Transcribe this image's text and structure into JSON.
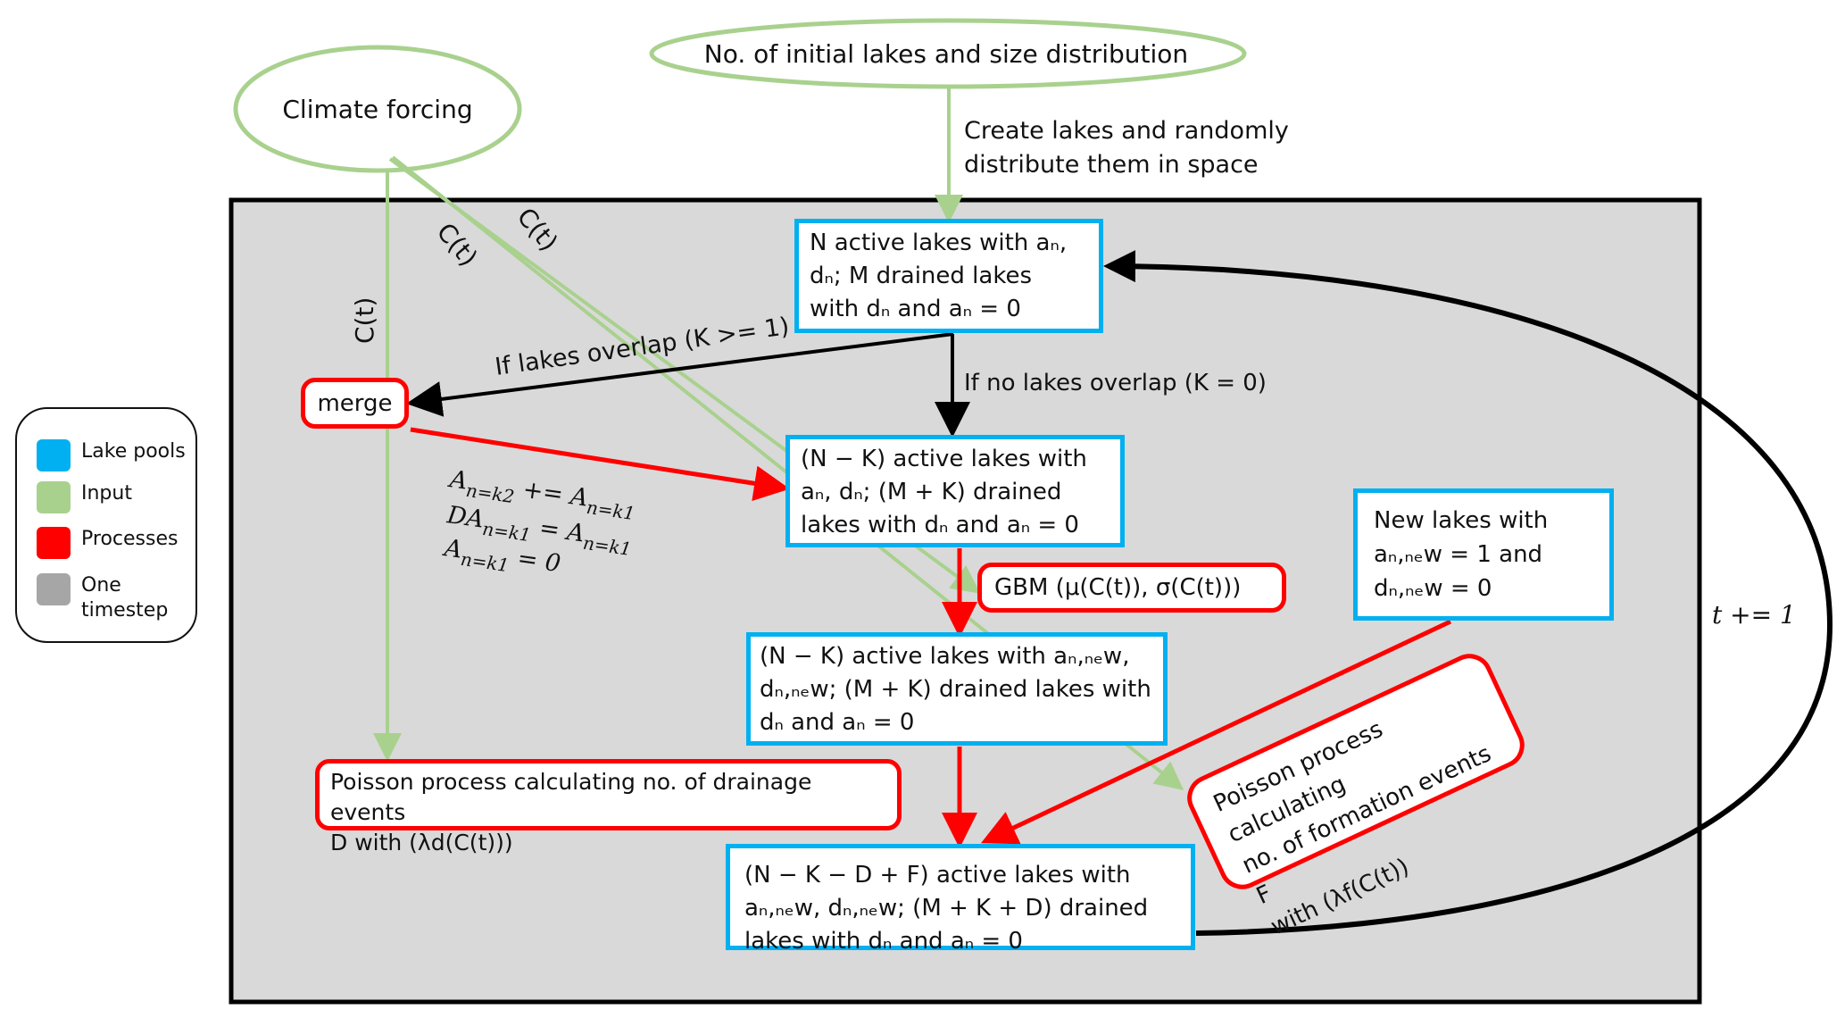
{
  "title": "Lake pool simulation flowchart",
  "inputs": {
    "climate_forcing": "Climate forcing",
    "initial_lakes": "No. of initial lakes and size distribution",
    "create_lakes_note": "Create lakes and randomly\ndistribute them in space"
  },
  "edge_labels": {
    "ct_vertical": "C(t)",
    "ct_diag1": "C(t)",
    "ct_diag2": "C(t)",
    "overlap_yes": "If lakes overlap (K  >=  1)",
    "overlap_no": "If no lakes overlap (K = 0)",
    "merge_rule_1": "A_n=k2  +=  A_n=k1",
    "merge_rule_2": "DA_n=k1 = A_n=k1",
    "merge_rule_3": "A_n=k1 = 0",
    "timestep": "t  +=  1"
  },
  "nodes": {
    "pool_initial": "N active lakes with aₙ,\ndₙ; M drained lakes\nwith dₙ and aₙ  =  0",
    "merge": "merge",
    "pool_after_merge": "(N − K) active lakes with\naₙ, dₙ; (M + K) drained\nlakes with dₙ and aₙ  =  0",
    "gbm": "GBM (μ(C(t)), σ(C(t)))",
    "pool_after_growth": "(N − K) active lakes with aₙ,ₙₑw,\ndₙ,ₙₑw; (M + K) drained lakes with\ndₙ and aₙ  =  0",
    "poisson_drainage": "Poisson process calculating no. of drainage events\n D with (λd(C(t)))",
    "new_lakes": "New lakes with\naₙ,ₙₑw  =  1 and\ndₙ,ₙₑw =  0",
    "poisson_formation": "Poisson process calculating\nno. of formation events F\nwith (λf(C(t))",
    "pool_final": "(N − K  − D + F) active lakes with\naₙ,ₙₑw, dₙ,ₙₑw; (M + K + D) drained\nlakes with dₙ and aₙ  =  0"
  },
  "legend": [
    {
      "label": "Lake pools",
      "color": "#00b0f0"
    },
    {
      "label": "Input",
      "color": "#a9d18e"
    },
    {
      "label": "Processes",
      "color": "#ff0000"
    },
    {
      "label": "One\ntimestep",
      "color": "#a6a6a6"
    }
  ],
  "colors": {
    "pool_border": "#00b0f0",
    "input": "#a9d18e",
    "process": "#ff0000",
    "timestep_bg": "#d9d9d9",
    "flow": "#000000"
  }
}
